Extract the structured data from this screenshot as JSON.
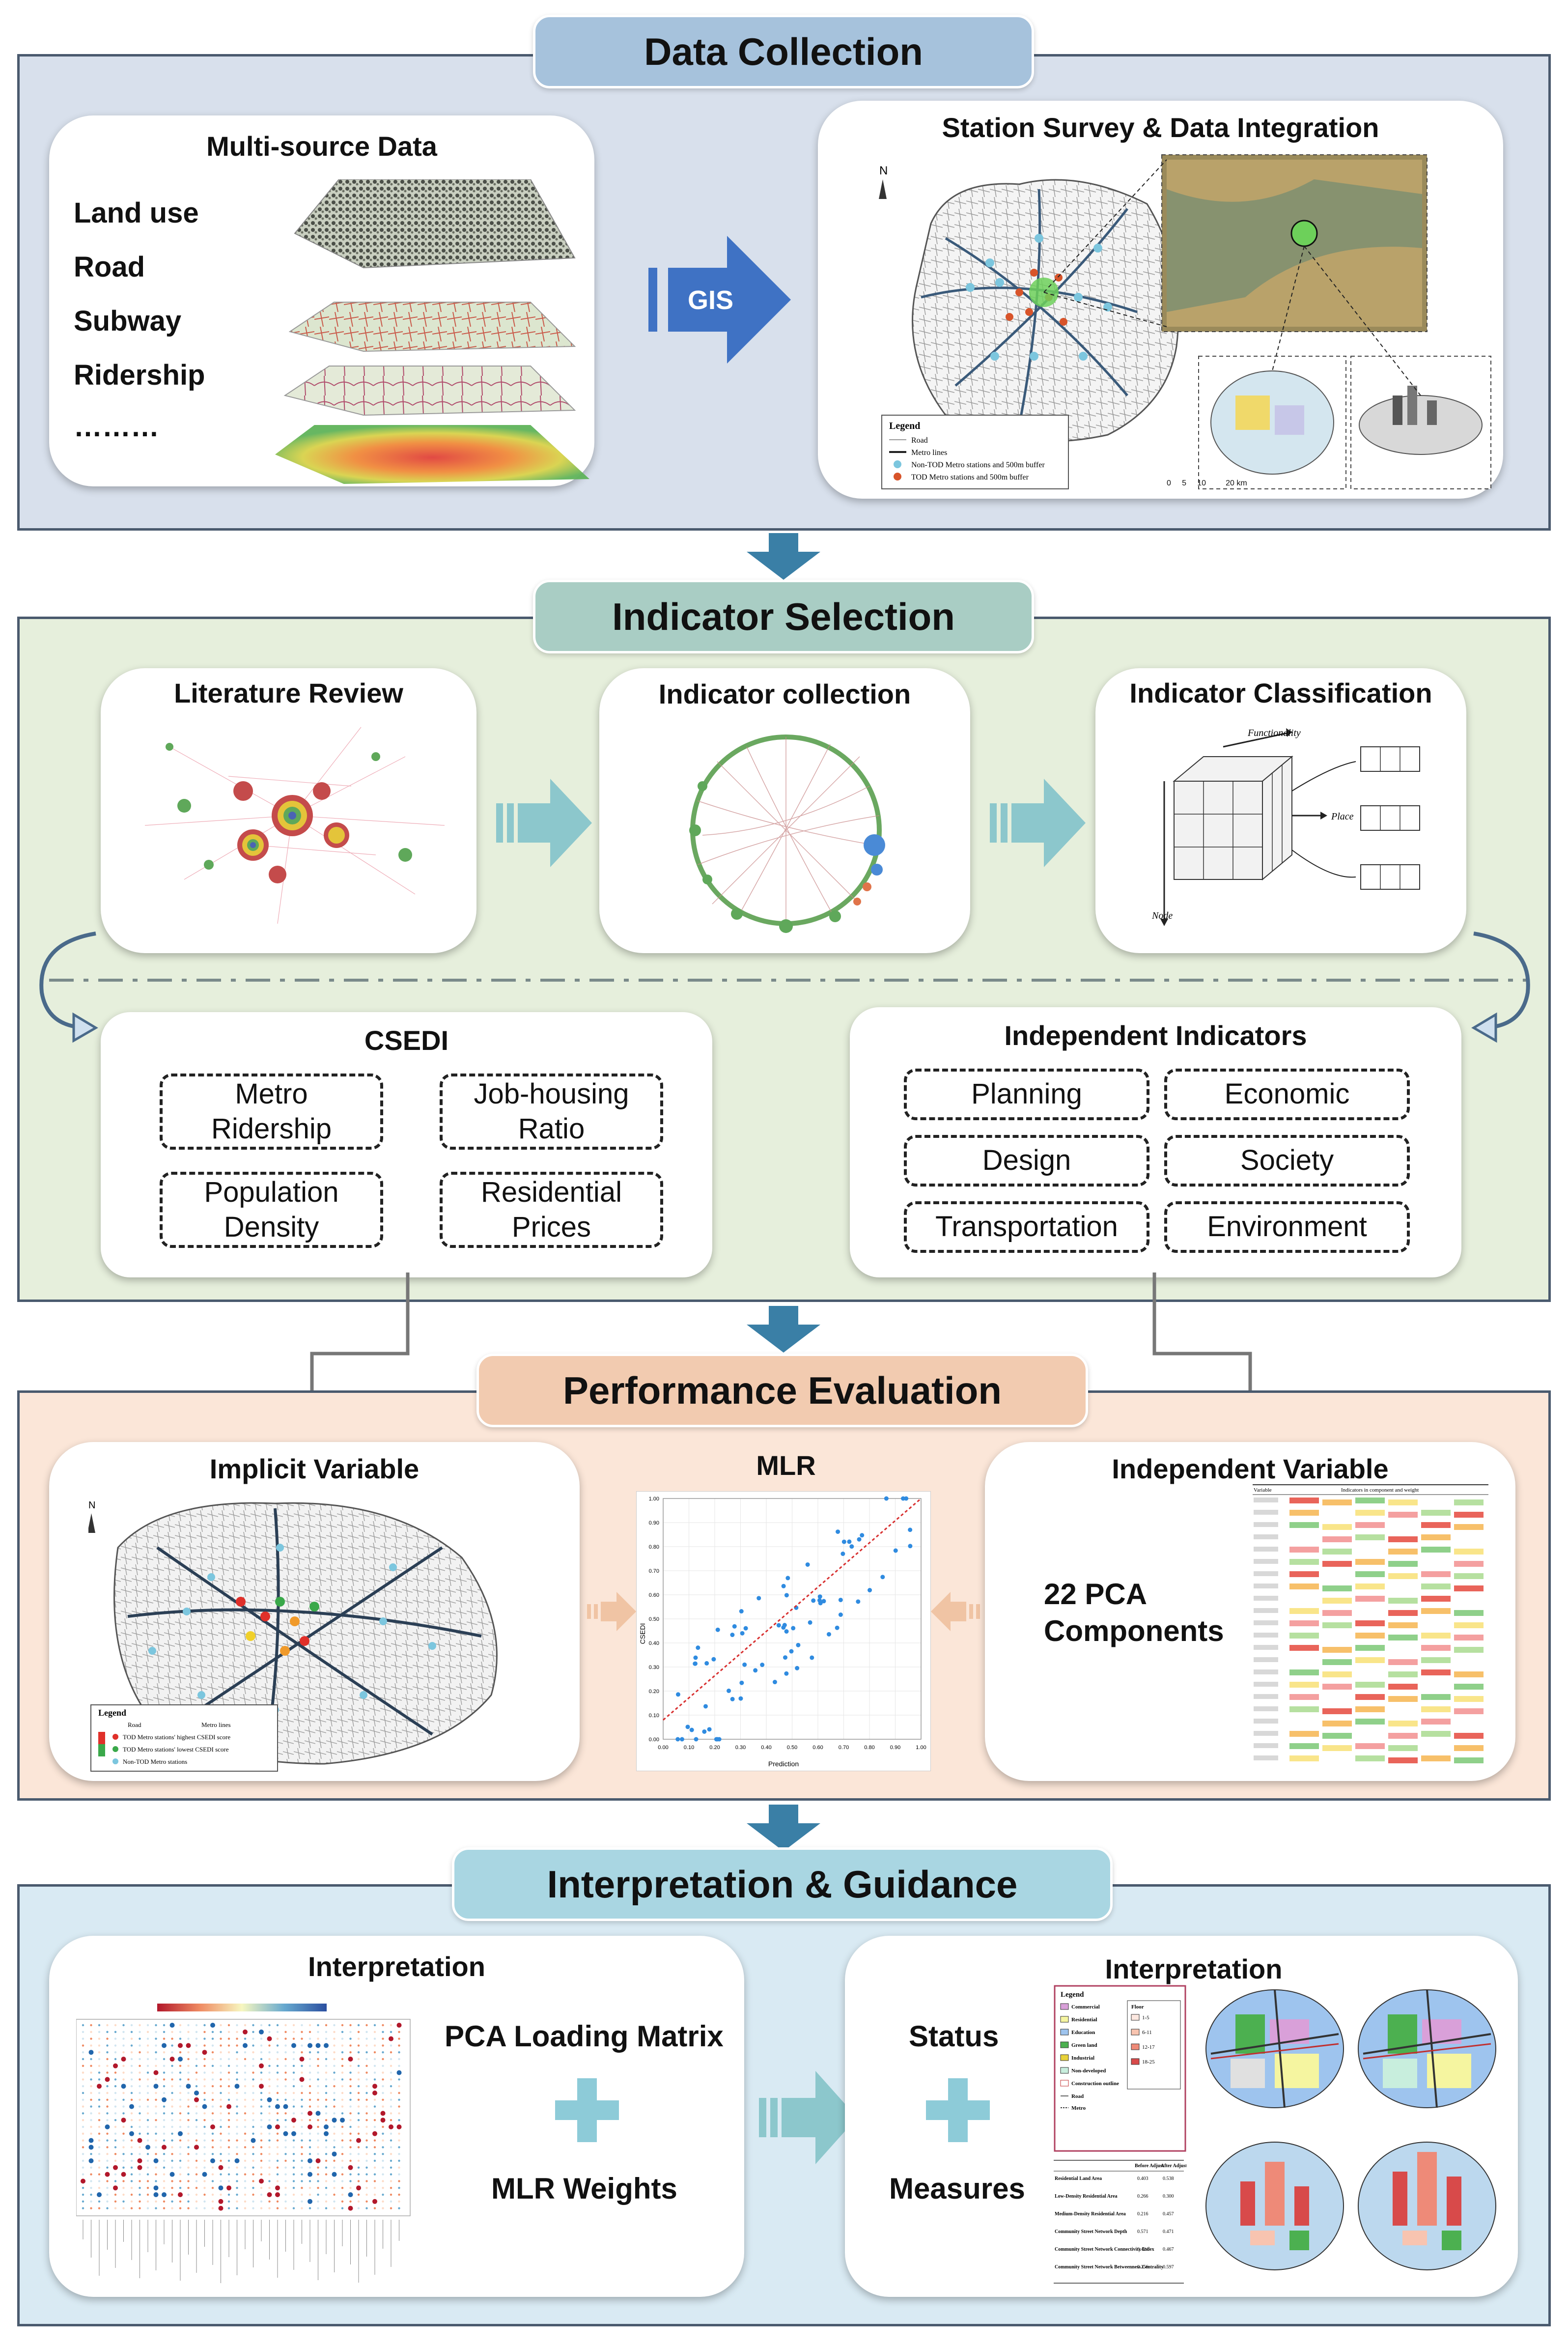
{
  "data_collection": {
    "header": "Data Collection",
    "multisource": {
      "title": "Multi-source Data",
      "items": [
        "Land use",
        "Road",
        "Subway",
        "Ridership",
        "………"
      ]
    },
    "gis_label": "GIS",
    "survey": {
      "title": "Station Survey & Data Integration",
      "legend_title": "Legend",
      "legend_items": [
        "Road",
        "Metro lines",
        "Non-TOD Metro stations and 500m buffer",
        "TOD Metro stations and 500m buffer"
      ],
      "north": "N",
      "scale": [
        "0",
        "5",
        "10",
        "20"
      ],
      "scale_unit": "km"
    }
  },
  "indicator_selection": {
    "header": "Indicator Selection",
    "cards": [
      "Literature Review",
      "Indicator collection",
      "Indicator Classification"
    ],
    "cube_labels": [
      "Functionality",
      "Place",
      "Node"
    ],
    "csedi": {
      "title": "CSEDI",
      "boxes": [
        "Metro\nRidership",
        "Job-housing\nRatio",
        "Population\nDensity",
        "Residential\nPrices"
      ]
    },
    "independent": {
      "title": "Independent Indicators",
      "boxes": [
        "Planning",
        "Economic",
        "Design",
        "Society",
        "Transportation",
        "Environment"
      ]
    }
  },
  "performance_evaluation": {
    "header": "Performance Evaluation",
    "implicit_title": "Implicit Variable",
    "mlr": {
      "title": "MLR",
      "xlabel": "Prediction",
      "ylabel": "CSEDI",
      "ticks": [
        "0.00",
        "0.10",
        "0.20",
        "0.30",
        "0.40",
        "0.50",
        "0.60",
        "0.70",
        "0.80",
        "0.90",
        "1.00"
      ]
    },
    "independent_title": "Independent Variable",
    "pca_text_1": "22 PCA",
    "pca_text_2": "Components",
    "table_header": "Variable",
    "table_header_2": "Indicators in component and weight",
    "implicit_legend": {
      "title": "Legend",
      "items": [
        "Road",
        "Metro lines",
        "TOD Metro stations' highest CSEDI score",
        "TOD Metro stations' lowest CSEDI score",
        "Non-TOD Metro stations"
      ]
    }
  },
  "interpretation_guidance": {
    "header": "Interpretation & Guidance",
    "left": {
      "title": "Interpretation",
      "text1": "PCA Loading Matrix",
      "text2": "MLR Weights"
    },
    "right": {
      "title": "Interpretation",
      "status": "Status",
      "measures": "Measures",
      "legend_title": "Legend",
      "legend_items": [
        "Commercial",
        "Residential",
        "Education",
        "Green land",
        "Industrial",
        "Non-developed",
        "Construction outline",
        "Road",
        "Metro"
      ],
      "floor_title": "Floor",
      "floor_items": [
        "1-5",
        "6-11",
        "12-17",
        "18-25"
      ],
      "table_cols": [
        "Before Adjust",
        "After Adjust"
      ],
      "table_rows": [
        {
          "label": "Residential Land Area",
          "before": "0.403",
          "after": "0.538"
        },
        {
          "label": "Low-Density Residential Area",
          "before": "0.266",
          "after": "0.300"
        },
        {
          "label": "Medium-Density Residential Area",
          "before": "0.216",
          "after": "0.457"
        },
        {
          "label": "Community Street Network Depth",
          "before": "0.571",
          "after": "0.471"
        },
        {
          "label": "Community Street Network Connectivity Index",
          "before": "0.424",
          "after": "0.467"
        },
        {
          "label": "Community Street Network Betweenness Centrality",
          "before": "0.256",
          "after": "0.597"
        }
      ]
    }
  },
  "colors": {
    "panel_border": "#4a5a6e",
    "arrow_blue": "#3a7fa6",
    "gis_arrow": "#3f72c4",
    "flow_arrow": "#8cc7cc",
    "plus": "#8dcbd8"
  }
}
